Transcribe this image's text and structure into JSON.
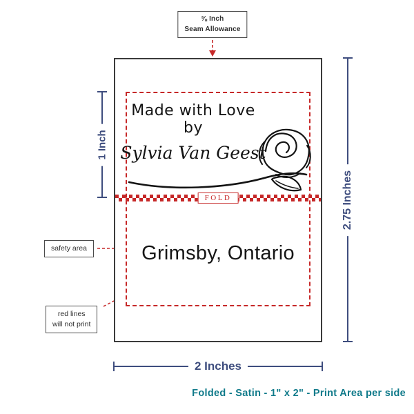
{
  "label": {
    "line1": "Made with Love by",
    "name": "Sylvia Van Geest",
    "fold": "FOLD",
    "location": "Grimsby, Ontario"
  },
  "diagram": {
    "seam_note": {
      "line1": "⅜ Inch",
      "line2": "Seam Allowance"
    },
    "callout_safety": "safety area",
    "callout_red_lines": {
      "line1": "red lines",
      "line2": "will not print"
    },
    "dims": {
      "print_height": "1 Inch",
      "label_height": "2.75 Inches",
      "label_width": "2 Inches"
    },
    "caption": "Folded - Satin - 1\" x 2\" - Print Area per side"
  },
  "colors": {
    "red": "#c62828",
    "dimension_navy": "#3e4d7e",
    "caption_teal": "#0f7a8a",
    "ink": "#141414"
  }
}
